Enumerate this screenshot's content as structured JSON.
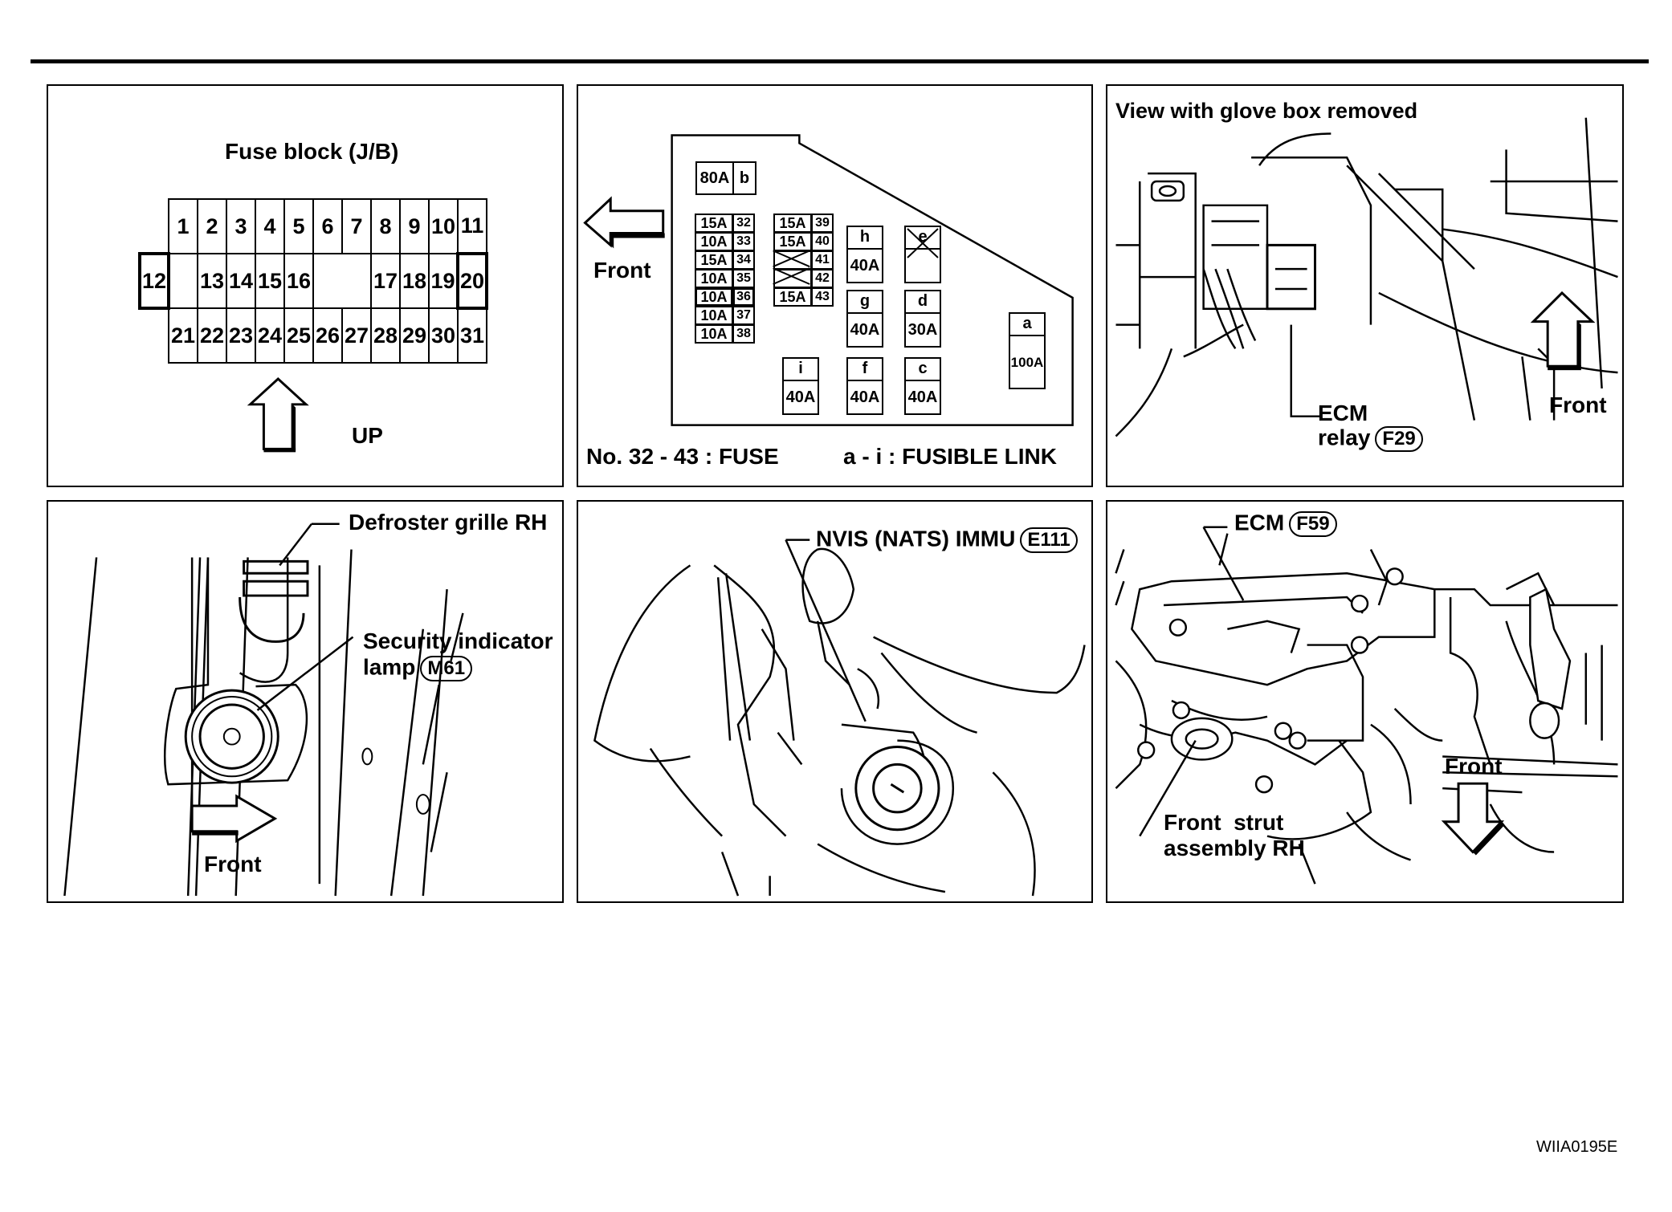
{
  "fuse_block": {
    "title": "Fuse block (J/B)",
    "row1": [
      "1",
      "2",
      "3",
      "4",
      "5",
      "6",
      "7",
      "8",
      "9",
      "10",
      "11"
    ],
    "row2_left": "12",
    "row2_mid": [
      "13",
      "14",
      "15",
      "16",
      "17",
      "18",
      "19"
    ],
    "row2_right": "20",
    "row3": [
      "21",
      "22",
      "23",
      "24",
      "25",
      "26",
      "27",
      "28",
      "29",
      "30",
      "31"
    ],
    "arrow_label": "UP"
  },
  "fuse_box": {
    "front_label": "Front",
    "fuses_col1": [
      {
        "amp": "15A",
        "num": "32"
      },
      {
        "amp": "10A",
        "num": "33"
      },
      {
        "amp": "15A",
        "num": "34"
      },
      {
        "amp": "10A",
        "num": "35"
      },
      {
        "amp": "10A",
        "num": "36"
      },
      {
        "amp": "10A",
        "num": "37"
      },
      {
        "amp": "10A",
        "num": "38"
      }
    ],
    "fuses_col2": [
      {
        "amp": "15A",
        "num": "39"
      },
      {
        "amp": "15A",
        "num": "40"
      },
      {
        "amp": "",
        "num": "41"
      },
      {
        "amp": "",
        "num": "42"
      },
      {
        "amp": "15A",
        "num": "43"
      }
    ],
    "link_80a": {
      "amp": "80A",
      "letter": "b"
    },
    "links": [
      {
        "letter": "h",
        "amp": "40A"
      },
      {
        "letter": "e",
        "amp": ""
      },
      {
        "letter": "g",
        "amp": "40A"
      },
      {
        "letter": "d",
        "amp": "30A"
      },
      {
        "letter": "a",
        "amp": "100A"
      },
      {
        "letter": "i",
        "amp": "40A"
      },
      {
        "letter": "f",
        "amp": "40A"
      },
      {
        "letter": "c",
        "amp": "40A"
      }
    ],
    "caption_fuse": "No. 32 - 43 : FUSE",
    "caption_link": "a - i : FUSIBLE LINK"
  },
  "glove_box": {
    "title": "View with glove box removed",
    "ecm_label": "ECM",
    "relay_label": "relay",
    "relay_code": "F29",
    "front_label": "Front"
  },
  "defroster": {
    "grille_label": "Defroster grille RH",
    "lamp_label_1": "Security indicator",
    "lamp_label_2": "lamp",
    "lamp_code": "M61",
    "front_label": "Front"
  },
  "nvis": {
    "label": "NVIS (NATS) IMMU",
    "code": "E111"
  },
  "ecm": {
    "label": "ECM",
    "code": "F59",
    "strut_label_1": "Front  strut",
    "strut_label_2": "assembly RH",
    "front_label": "Front"
  },
  "footer_code": "WIIA0195E"
}
